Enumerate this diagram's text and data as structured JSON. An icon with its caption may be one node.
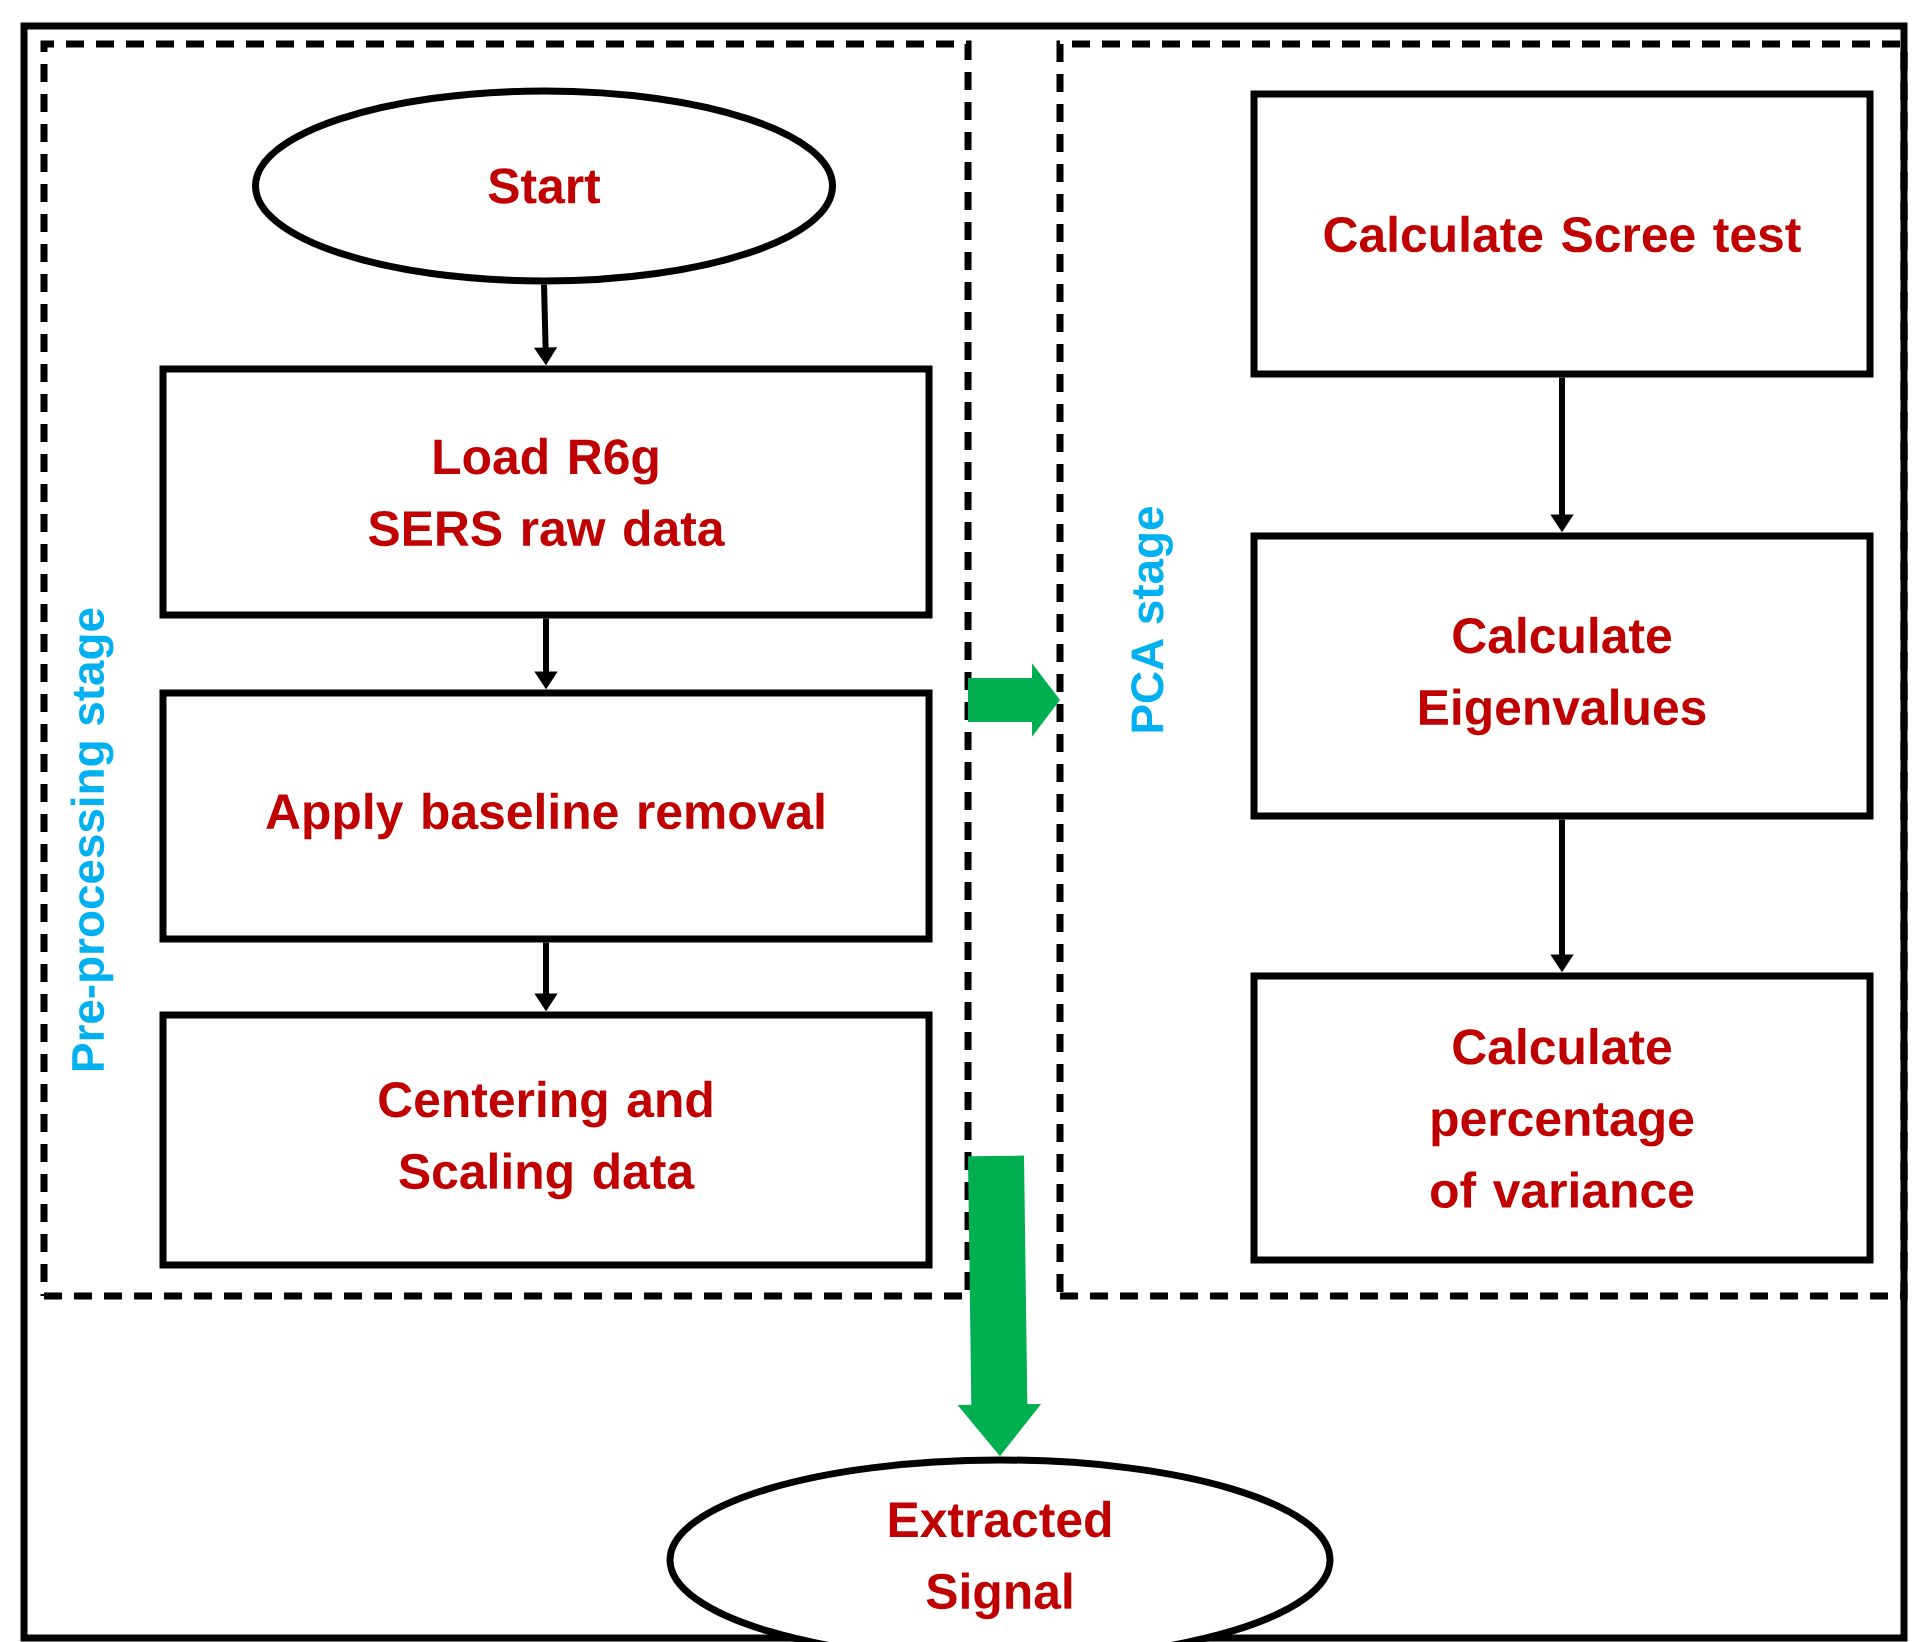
{
  "diagram": {
    "nodes": [
      {
        "text": [
          "Pre-processing stage"
        ]
      },
      {
        "text": [
          "Start"
        ],
        "in": 0
      },
      {
        "text": [
          "Load R6g SERS raw data"
        ],
        "in": 0
      },
      {
        "text": [
          "Apply baseline removal"
        ],
        "in": 0
      },
      {
        "text": [
          "Centering and Scaling data"
        ],
        "in": 0
      },
      {
        "text": [
          "PCA stage"
        ]
      },
      {
        "text": [
          "Calculate Scree test"
        ],
        "in": 5
      },
      {
        "text": [
          "Calculate Eigenvalues"
        ],
        "in": 5
      },
      {
        "text": [
          "Calculate percentage of variance"
        ],
        "in": 5
      },
      {
        "text": [
          "Extracted Signal"
        ]
      }
    ],
    "edges": [
      {
        "from": 1,
        "to": 2,
        "arrow": "to"
      },
      {
        "from": 2,
        "to": 3,
        "arrow": "to"
      },
      {
        "from": 3,
        "to": 4,
        "arrow": "to"
      },
      {
        "from": 6,
        "to": 7,
        "arrow": "to"
      },
      {
        "from": 7,
        "to": 8,
        "arrow": "to"
      },
      {
        "from": 0,
        "to": 5,
        "arrow": "to",
        "style": "thick",
        "color": "#00b050"
      },
      {
        "from": 0,
        "to": 9,
        "arrow": "to",
        "style": "thick",
        "color": "#00b050"
      }
    ]
  }
}
